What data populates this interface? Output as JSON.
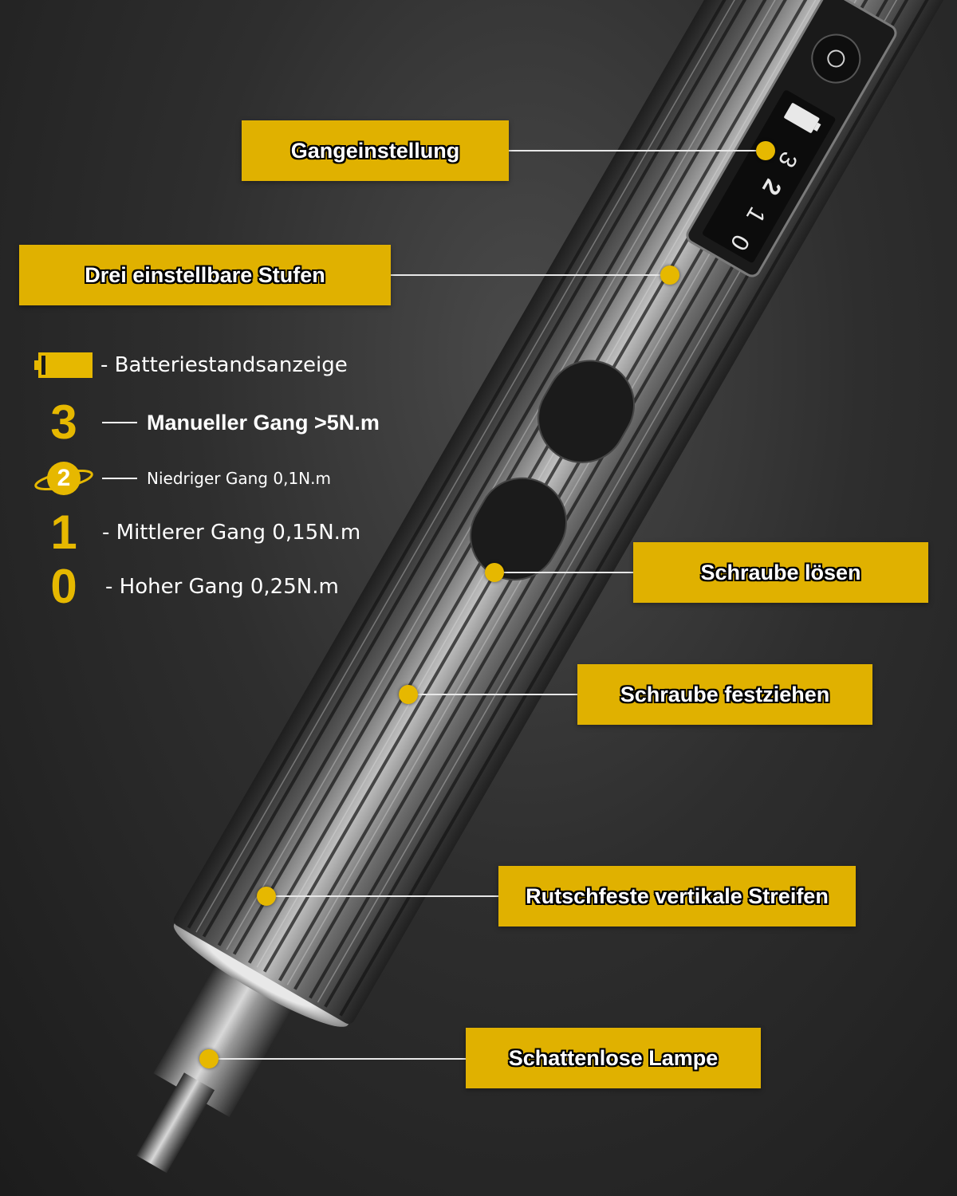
{
  "callouts": {
    "gear_setting": "Gangeinstellung",
    "three_levels": "Drei einstellbare Stufen",
    "loosen": "Schraube lösen",
    "tighten": "Schraube festziehen",
    "grip_stripes": "Rutschfeste vertikale Streifen",
    "lamp": "Schattenlose Lampe"
  },
  "legend": {
    "battery": {
      "icon": "battery-icon",
      "text": "- Batteriestandsanzeige"
    },
    "gear3": {
      "symbol": "3",
      "text": "Manueller Gang >5N.m"
    },
    "gear2": {
      "symbol": "2",
      "icon": "orbit-ring-icon",
      "text": "Niedriger Gang 0,1N.m"
    },
    "gear1": {
      "symbol": "1",
      "text": "- Mittlerer Gang 0,15N.m"
    },
    "gear0": {
      "symbol": "0",
      "text": "- Hoher Gang 0,25N.m"
    }
  },
  "device": {
    "indicator_digits": [
      "3",
      "2",
      "1",
      "0"
    ]
  },
  "colors": {
    "accent": "#e0b100",
    "label_text": "#ffffff",
    "background": "#2e2e2e"
  }
}
